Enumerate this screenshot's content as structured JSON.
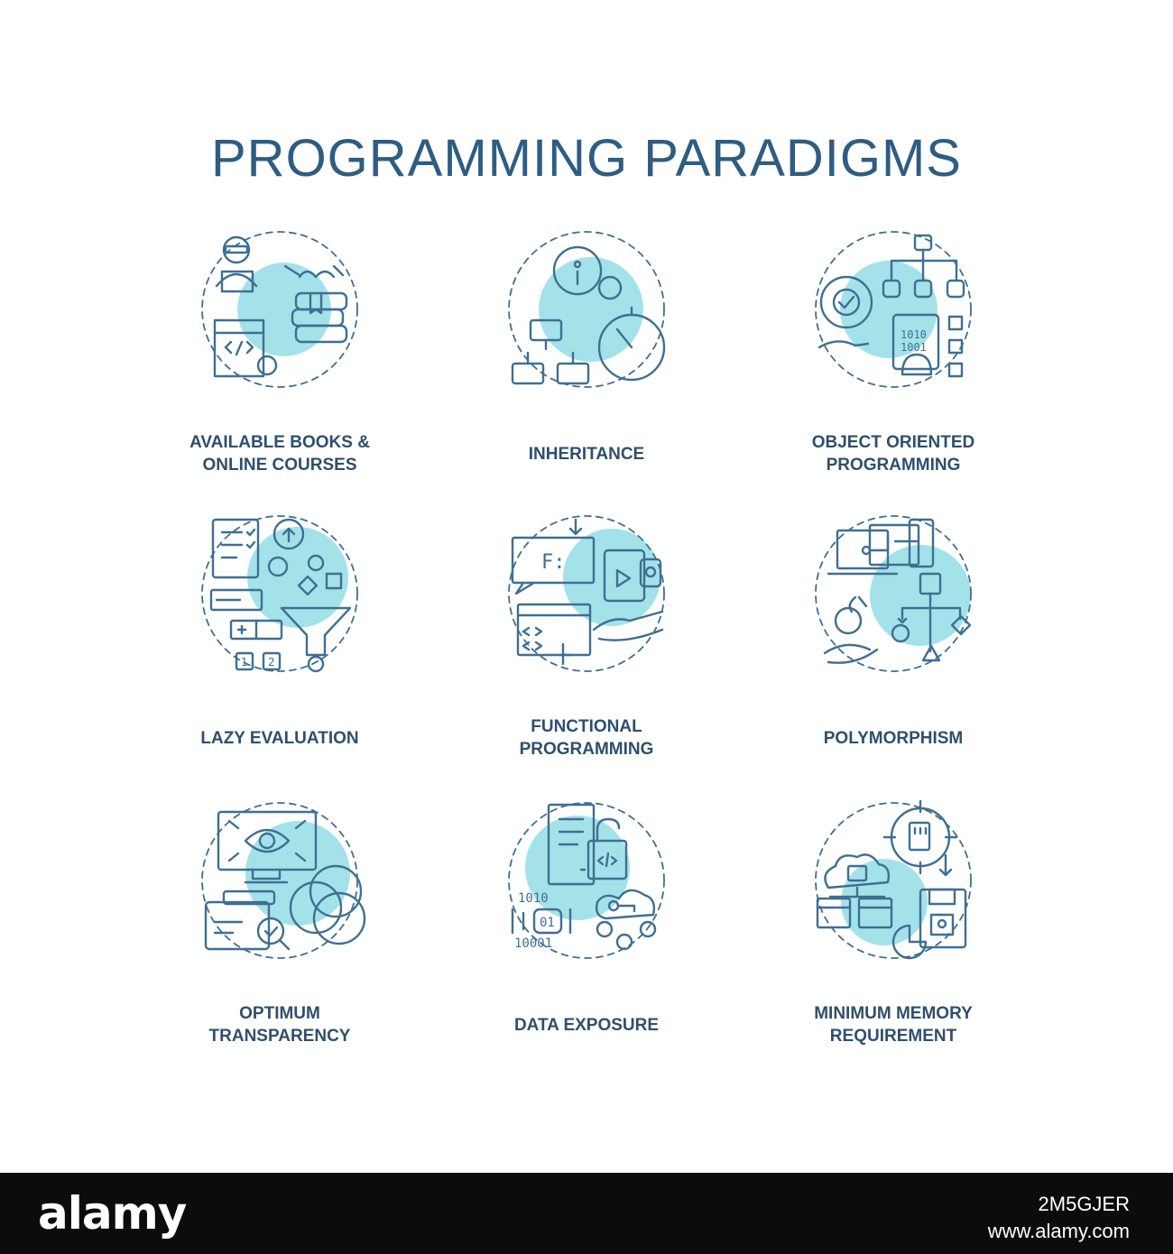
{
  "header": {
    "title": "PROGRAMMING PARADIGMS"
  },
  "colors": {
    "title": "#2f5d82",
    "label": "#2e4f6e",
    "stroke": "#3f6f92",
    "accent": "#a4e2ea",
    "background": "#ffffff"
  },
  "items": [
    {
      "label": "AVAILABLE BOOKS &\nONLINE COURSES",
      "icon": "books-courses-icon"
    },
    {
      "label": "INHERITANCE",
      "icon": "inheritance-icon"
    },
    {
      "label": "OBJECT ORIENTED\nPROGRAMMING",
      "icon": "object-oriented-icon"
    },
    {
      "label": "LAZY EVALUATION",
      "icon": "lazy-evaluation-icon"
    },
    {
      "label": "FUNCTIONAL\nPROGRAMMING",
      "icon": "functional-programming-icon"
    },
    {
      "label": "POLYMORPHISM",
      "icon": "polymorphism-icon"
    },
    {
      "label": "OPTIMUM\nTRANSPARENCY",
      "icon": "transparency-icon"
    },
    {
      "label": "DATA EXPOSURE",
      "icon": "data-exposure-icon"
    },
    {
      "label": "MINIMUM MEMORY\nREQUIREMENT",
      "icon": "memory-icon"
    }
  ],
  "footer": {
    "logo": "alamy",
    "image_id": "2M5GJER",
    "url": "www.alamy.com"
  }
}
